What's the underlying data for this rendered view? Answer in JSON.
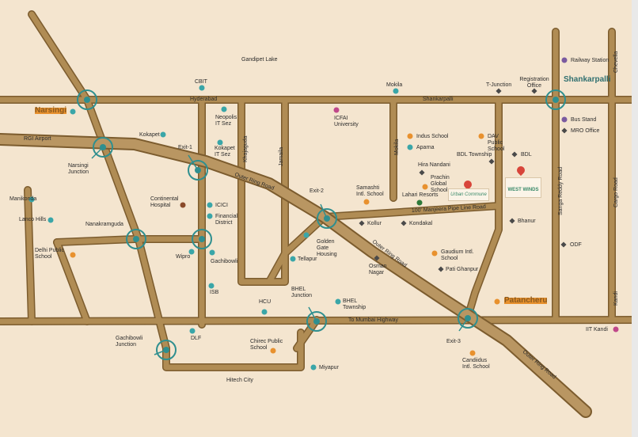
{
  "colors": {
    "background": "#f4e5cf",
    "road": "#b08c54",
    "road_edge": "#8a6a3a",
    "junction": "#2f8f8f",
    "accent_orange": "#e8912e",
    "teal": "#3aa6a8"
  },
  "icons": {
    "junction": "circle-arrow-icon",
    "school": "dot-icon",
    "landmark": "pin-icon"
  },
  "roads": {
    "hyderabad": "Hyderabad",
    "shankarpalli_road": "Shankarpalli",
    "rgi_airport": "RGI Airport",
    "outer_ring_road": "Outer Ring Road",
    "outer_ring_road_2": "Outer Ring Road",
    "outer_ring_road_3": "Outer Ring Road",
    "manjeera": "100' Manjeera Pipe Line Road",
    "mumbai_highway": "To Mumbai Highway",
    "khajaguda": "Khajaguda",
    "jamaila": "Jamaila",
    "mokila_road": "Mokila",
    "sanga_reddy": "Sanga Reddy Road",
    "cargo": "Cargo Road",
    "chevella": "Chevella",
    "kandi": "Kandi"
  },
  "places": {
    "gandipet": "Gandipet Lake",
    "cbit": "CBIT",
    "mokila": "Mokila",
    "tjunction": "T-Junction",
    "registration": "Registration Office",
    "shankarpalli": "Shankarpalli",
    "railway": "Railway Station",
    "bus": "Bus Stand",
    "mro": "MRO Office",
    "narsingi": "Narsingi",
    "nepolis": "Neopolis IT Sez",
    "icfai": "ICFAI University",
    "indus": "Indus School",
    "dav": "DAV Public School",
    "aparna": "Aparna",
    "bdl_township": "BDL Township",
    "bdl": "BDL",
    "kokapet": "Kokapet",
    "kokapet_it": "Kokapet IT Sez",
    "exit1": "Exit-1",
    "narsingi_junction": "Narsingi Junction",
    "hira": "Hira Nandani",
    "prachin": "Prachin Global School",
    "samashti": "Samashti Intl. School",
    "lahari": "Lahari Resorts",
    "exit2": "Exit-2",
    "manikonda": "Manikonda",
    "lanco": "Lanco Hills",
    "continental": "Continental Hospital",
    "icici": "ICICI",
    "financial": "Financial District",
    "kollur": "Kollur",
    "kondakal": "Kondakal",
    "bhanur": "Bhanur",
    "nanakramguda": "Nanakramguda",
    "dps": "Delhi Public School",
    "wipro": "Wipro",
    "gachibowli": "Gachibowli",
    "golden_gate": "Golden Gate Housing",
    "tellapur": "Tellapur",
    "osman": "Osman Nagar",
    "gaudium": "Gaudium Intl. School",
    "pati": "Pati Ghanpur",
    "odf": "ODF",
    "isb": "ISB",
    "hcu": "HCU",
    "bhel_junction": "BHEL Junction",
    "bhel_township": "BHEL Township",
    "patancheru": "Patancheru",
    "gachibowli_junction": "Gachibowli Junction",
    "dlf": "DLF",
    "chirec": "Chirec Public School",
    "exit3": "Exit-3",
    "miyapur": "Miyapur",
    "hitech": "Hitech City",
    "candiidus": "Candiidus Intl. School",
    "iit": "IIT Kandi",
    "urban": "Urban Commune",
    "westwinds": "WEST WINDS"
  }
}
